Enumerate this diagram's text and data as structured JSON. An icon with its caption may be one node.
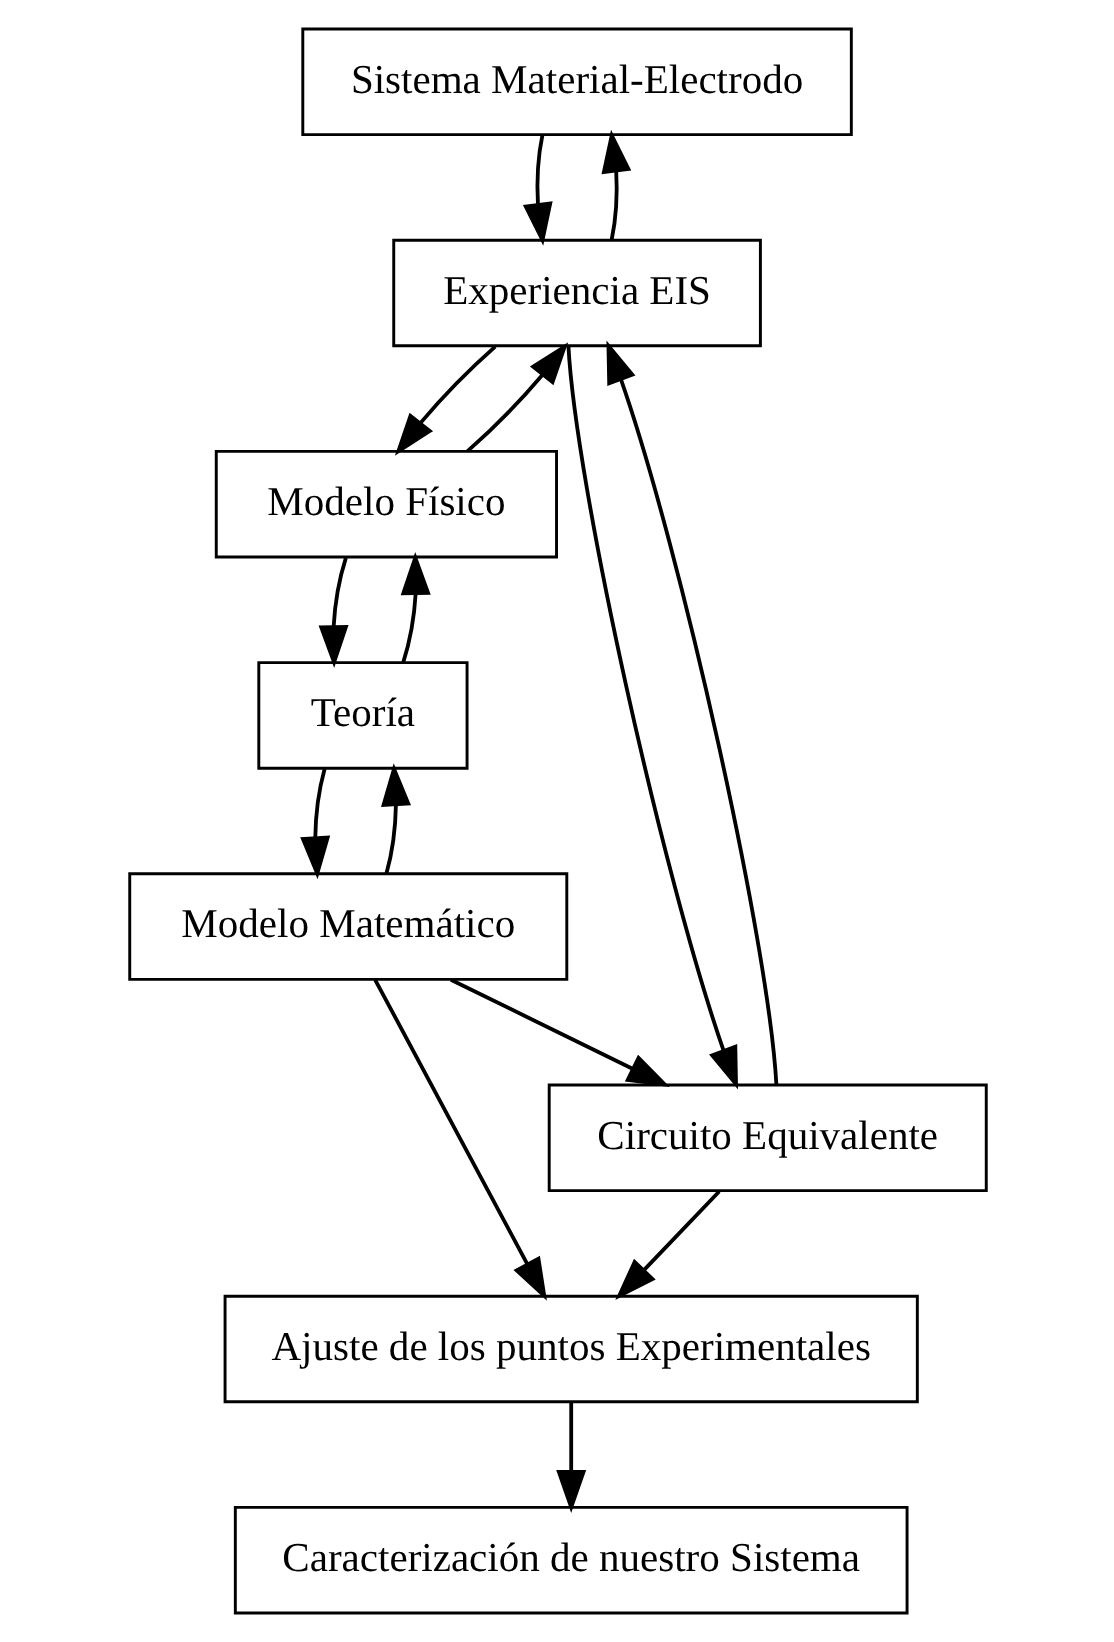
{
  "diagram": {
    "nodes": [
      {
        "text": [
          "Sistema Material-Electrodo"
        ]
      },
      {
        "text": [
          "Experiencia EIS"
        ]
      },
      {
        "text": [
          "Modelo Físico"
        ]
      },
      {
        "text": [
          "Circuito Equivalente"
        ]
      },
      {
        "text": [
          "Teoría"
        ]
      },
      {
        "text": [
          "Modelo Matemático"
        ]
      },
      {
        "text": [
          "Ajuste de los puntos Experimentales"
        ]
      },
      {
        "text": [
          "Caracterización de nuestro Sistema"
        ]
      }
    ],
    "edges": [
      {
        "from": 0,
        "to": 1,
        "arrow": "to"
      },
      {
        "from": 1,
        "to": 0,
        "arrow": "to"
      },
      {
        "from": 1,
        "to": 2,
        "arrow": "to"
      },
      {
        "from": 2,
        "to": 1,
        "arrow": "to"
      },
      {
        "from": 1,
        "to": 3,
        "arrow": "to"
      },
      {
        "from": 3,
        "to": 1,
        "arrow": "to"
      },
      {
        "from": 2,
        "to": 4,
        "arrow": "to"
      },
      {
        "from": 4,
        "to": 2,
        "arrow": "to"
      },
      {
        "from": 4,
        "to": 5,
        "arrow": "to"
      },
      {
        "from": 5,
        "to": 4,
        "arrow": "to"
      },
      {
        "from": 5,
        "to": 3,
        "arrow": "to"
      },
      {
        "from": 5,
        "to": 6,
        "arrow": "to"
      },
      {
        "from": 3,
        "to": 6,
        "arrow": "to"
      },
      {
        "from": 6,
        "to": 7,
        "arrow": "to"
      }
    ]
  }
}
